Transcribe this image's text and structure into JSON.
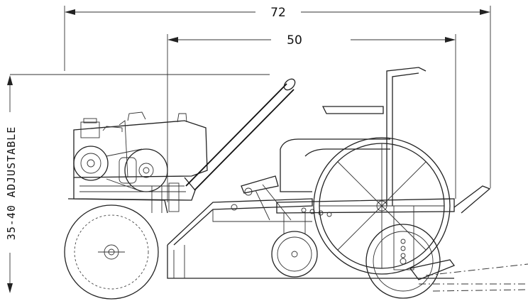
{
  "dimensions": {
    "overall_length": "72",
    "wheelbase": "50",
    "height": "35-40 ADJUSTABLE"
  },
  "colors": {
    "ink": "#222222",
    "paper": "#ffffff"
  }
}
